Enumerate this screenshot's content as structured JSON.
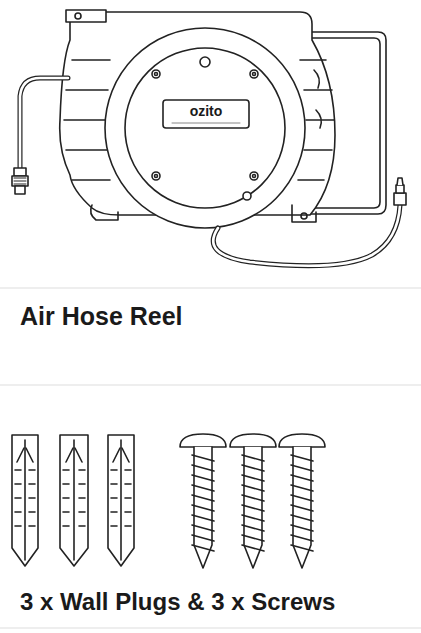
{
  "diagram": {
    "labels": [
      "ozito",
      "Air Hose Reel",
      "3 x Wall Plugs & 3 x Screws"
    ]
  }
}
